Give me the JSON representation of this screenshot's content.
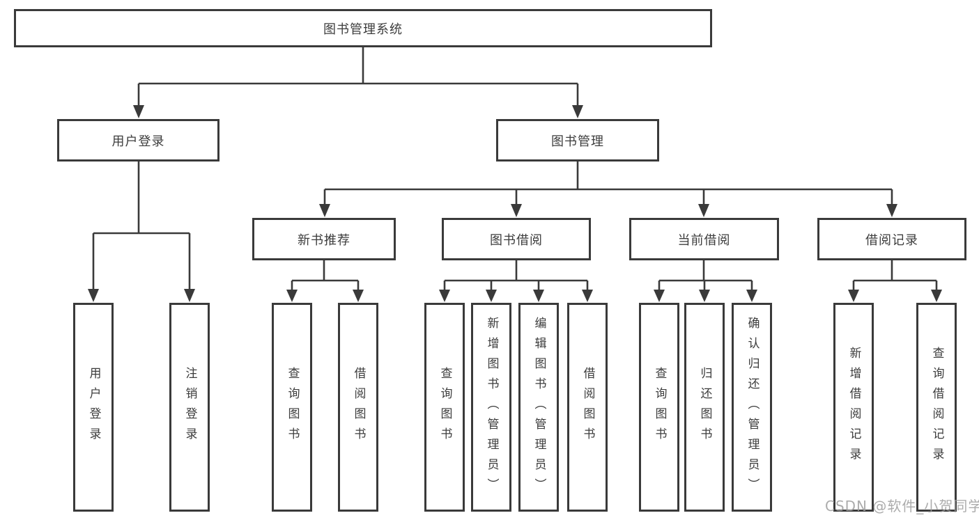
{
  "colors": {
    "line": "#3a3a3a",
    "box_border": "#3a3a3a",
    "text": "#3c3c3c",
    "background": "#ffffff",
    "watermark": "#9e9e9e"
  },
  "tree": {
    "root": "图书管理系统",
    "user_login": {
      "label": "用户登录",
      "children": [
        "用户登录",
        "注销登录"
      ]
    },
    "book_management": {
      "label": "图书管理",
      "sections": {
        "new_book_recommend": {
          "label": "新书推荐",
          "children": [
            "查询图书",
            "借阅图书"
          ]
        },
        "book_borrowing": {
          "label": "图书借阅",
          "children": [
            "查询图书",
            "新增图书（管理员）",
            "编辑图书（管理员）",
            "借阅图书"
          ]
        },
        "current_borrowing": {
          "label": "当前借阅",
          "children": [
            "查询图书",
            "归还图书",
            "确认归还（管理员）"
          ]
        },
        "borrowing_records": {
          "label": "借阅记录",
          "children": [
            "新增借阅记录",
            "查询借阅记录"
          ]
        }
      }
    }
  },
  "watermark": "CSDN @软件_小贺同学"
}
